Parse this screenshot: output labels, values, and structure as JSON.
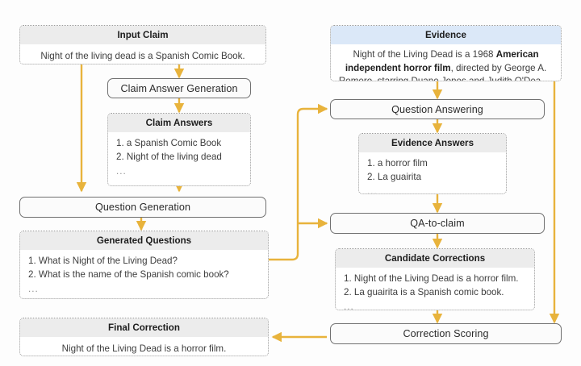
{
  "diagram": {
    "arrow_color": "#e8b33c",
    "panel_header_bg": "#ececec",
    "evidence_header_bg": "#dbe8f8",
    "nodes": {
      "input_claim": {
        "title": "Input Claim",
        "text": "Night of the living dead is a Spanish Comic Book."
      },
      "evidence": {
        "title": "Evidence",
        "line1_a": "Night of the Living Dead is a 1968 ",
        "line1_b": "American",
        "line2_a": "independent horror film",
        "line2_b": ", directed by George A.",
        "line3": "Romero, starring Duane Jones and Judith O'Dea …"
      },
      "claim_answer_generation": {
        "label": "Claim Answer Generation"
      },
      "claim_answers": {
        "title": "Claim Answers",
        "items": [
          "1. a Spanish Comic Book",
          "2. Night of the living dead"
        ],
        "ellipsis": "..."
      },
      "question_answering": {
        "label": "Question Answering"
      },
      "evidence_answers": {
        "title": "Evidence Answers",
        "items": [
          "1. a horror film",
          "2. La guairita"
        ],
        "ellipsis": "..."
      },
      "question_generation": {
        "label": "Question Generation"
      },
      "generated_questions": {
        "title": "Generated Questions",
        "items": [
          "1. What is Night of the Living Dead?",
          "2. What is the name of the Spanish comic book?"
        ],
        "ellipsis": "..."
      },
      "qa_to_claim": {
        "label": "QA-to-claim"
      },
      "candidate_corrections": {
        "title": "Candidate Corrections",
        "items": [
          "1. Night of the Living Dead is a horror film.",
          "2. La guairita is a Spanish comic book."
        ],
        "ellipsis": "..."
      },
      "final_correction": {
        "title": "Final Correction",
        "text": "Night of the Living Dead is a horror film."
      },
      "correction_scoring": {
        "label": "Correction Scoring"
      }
    }
  }
}
